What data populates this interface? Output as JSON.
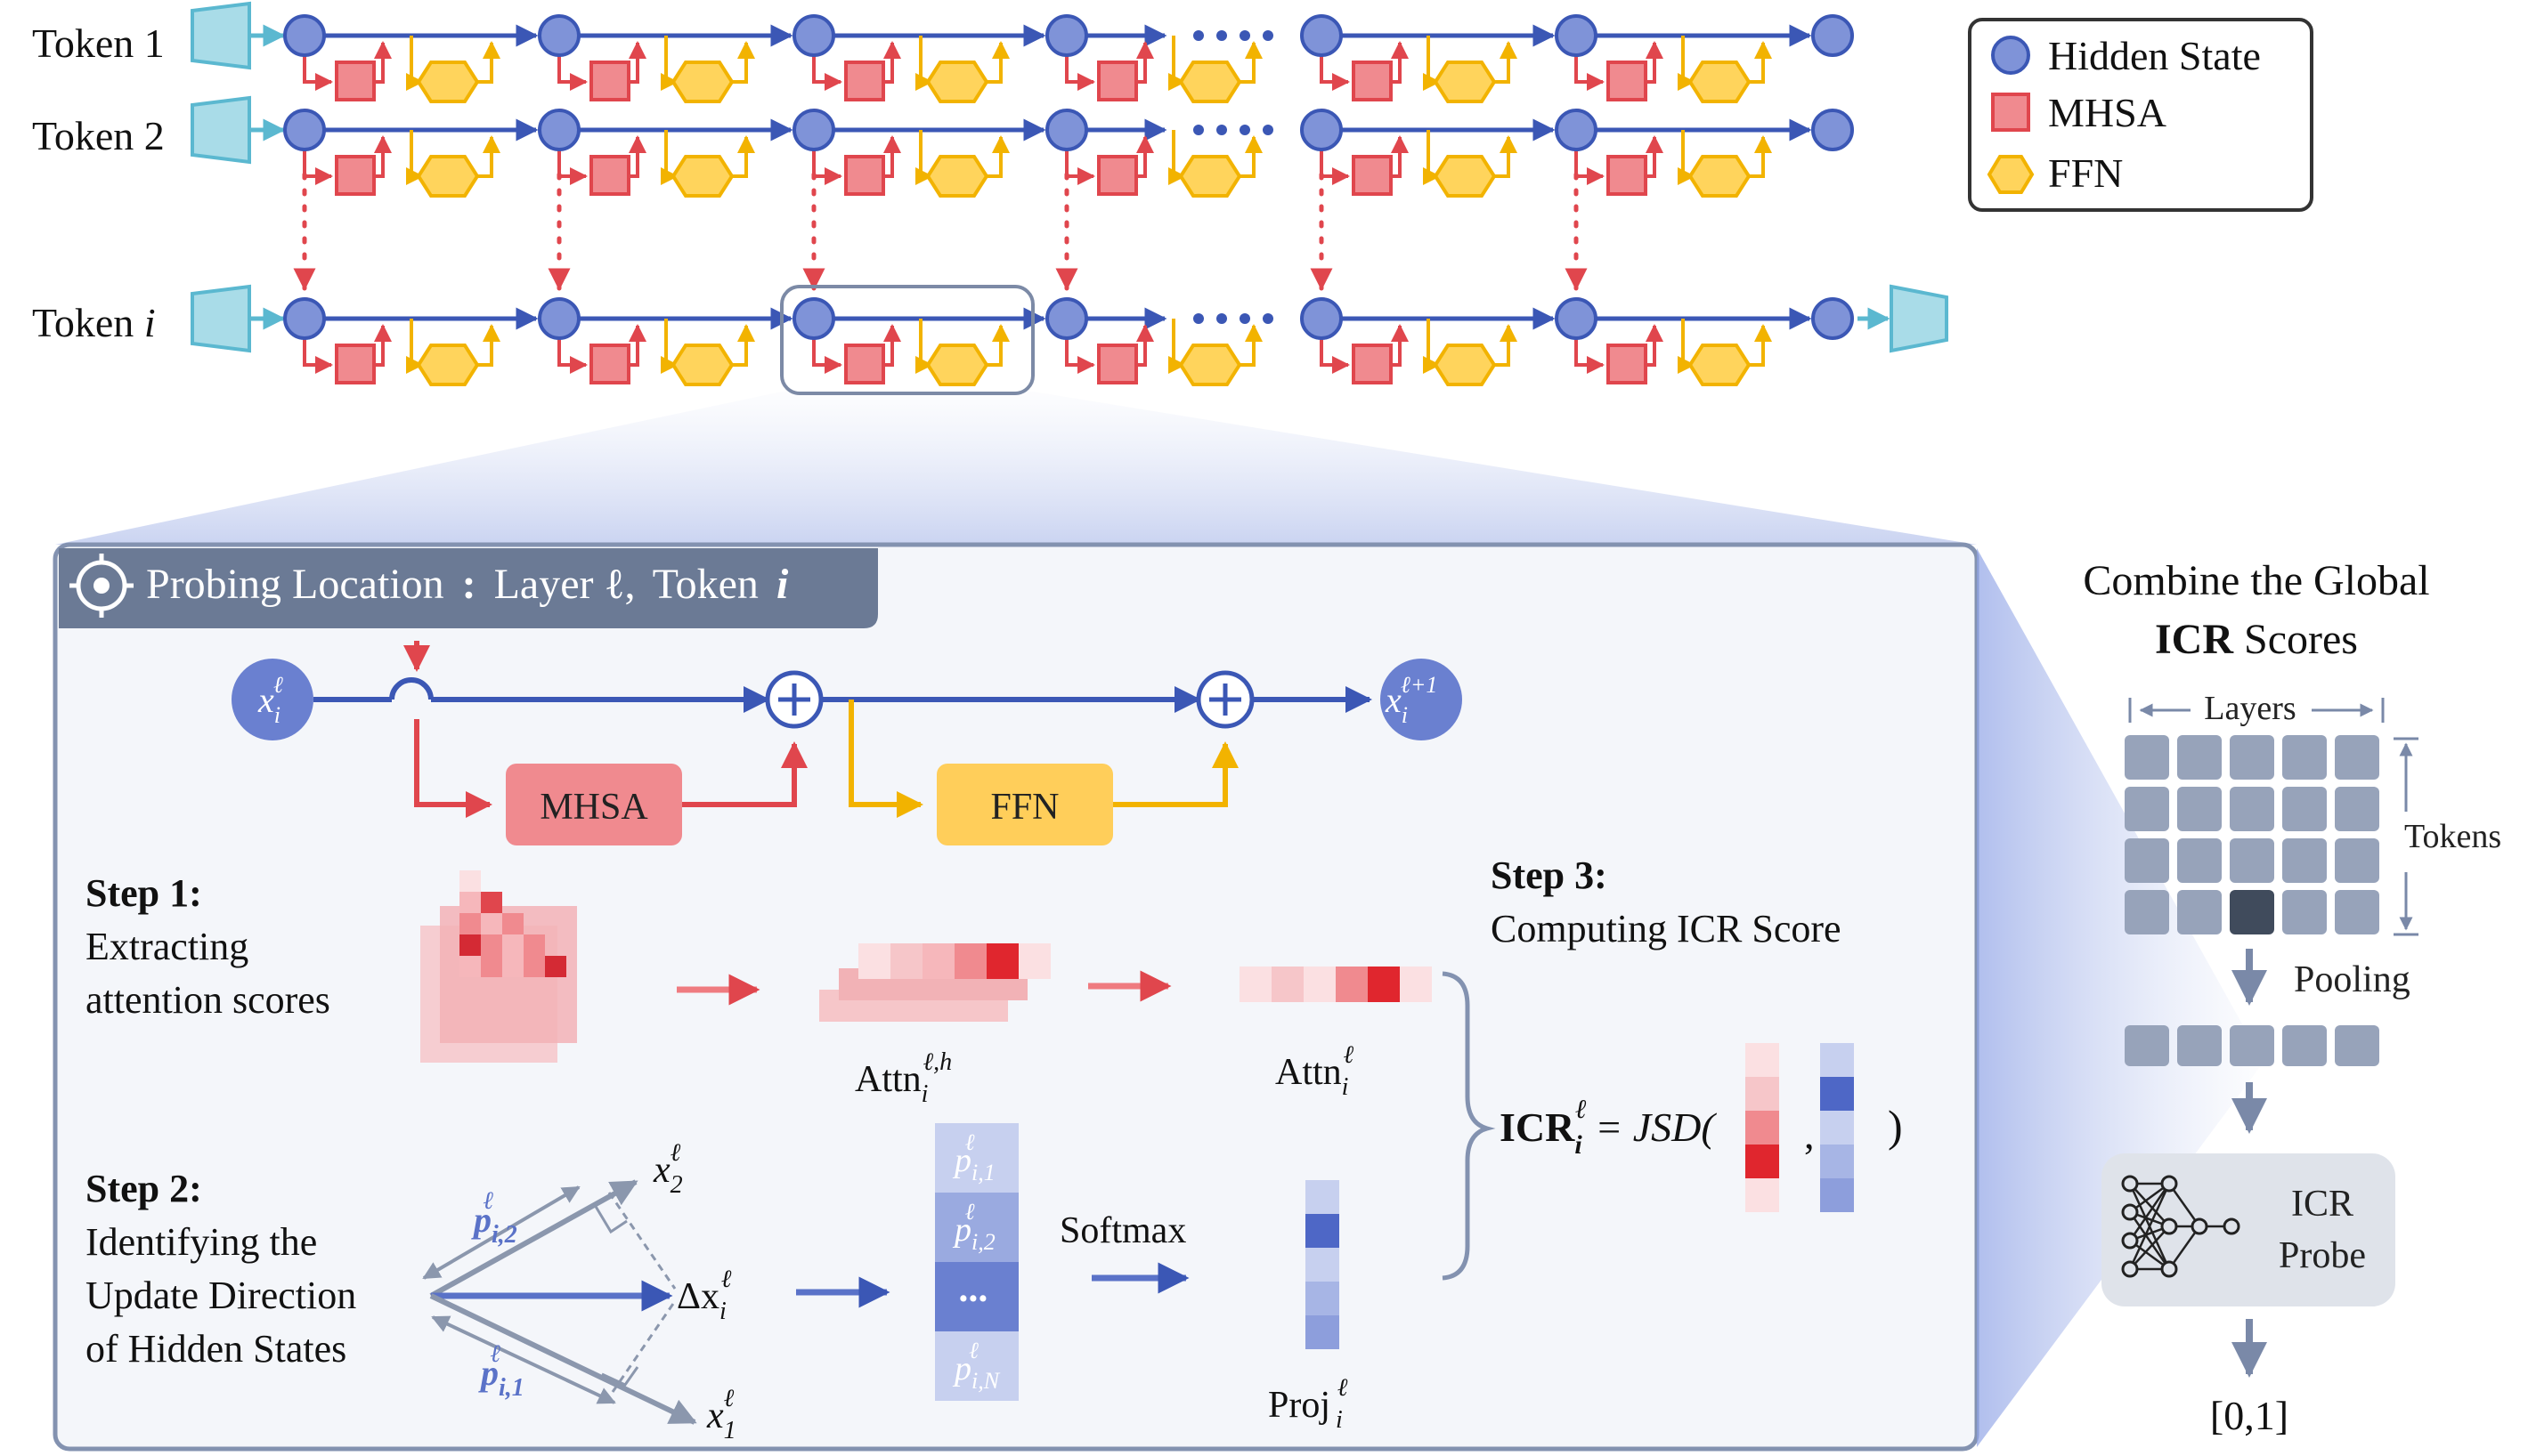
{
  "tokens": [
    "Token 1",
    "Token 2",
    "Token i"
  ],
  "legend": {
    "hidden_state": "Hidden State",
    "mhsa": "MHSA",
    "ffn": "FFN"
  },
  "probe_panel": {
    "title_prefix": "Probing Location",
    "title_colon": ":",
    "title_layer": "Layer ℓ,",
    "title_token": "Token",
    "title_token_var": "i",
    "input_node": "x",
    "output_node": "x",
    "mhsa_label": "MHSA",
    "ffn_label": "FFN",
    "plus": "+"
  },
  "steps": {
    "step1_title": "Step 1:",
    "step1_line1": "Extracting",
    "step1_line2": "attention scores",
    "step2_title": "Step 2:",
    "step2_line1": "Identifying the",
    "step2_line2": "Update Direction",
    "step2_line3": "of Hidden States",
    "step3_title": "Step 3:",
    "step3_line1": "Computing ICR Score"
  },
  "math": {
    "attn_head": "Attn",
    "attn": "Attn",
    "softmax": "Softmax",
    "proj": "Proj",
    "icr": "ICR",
    "jsd": "= JSD(",
    "comma": ",",
    "close": ")",
    "x1": "x",
    "x2": "x",
    "delta_x": "Δx",
    "p_i1": "p",
    "p_i2": "p",
    "p_list": [
      "p",
      "p",
      "...",
      "p"
    ]
  },
  "right_panel": {
    "title_line1": "Combine the Global",
    "title_bold": "ICR",
    "title_rest": "Scores",
    "layers": "Layers",
    "tokens": "Tokens",
    "pooling": "Pooling",
    "probe_line1": "ICR",
    "probe_line2": "Probe",
    "output": "[0,1]"
  },
  "colors": {
    "hidden_state": "#7f93d8",
    "hidden_state_stroke": "#3b57b5",
    "mhsa": "#f08a8f",
    "mhsa_stroke": "#e0464d",
    "ffn": "#ffd45c",
    "ffn_stroke": "#f2b300",
    "token_embed": "#a9dce8",
    "panel_bg": "#f4f6fa",
    "panel_border": "#8392b0",
    "title_bar": "#6b7a95"
  }
}
